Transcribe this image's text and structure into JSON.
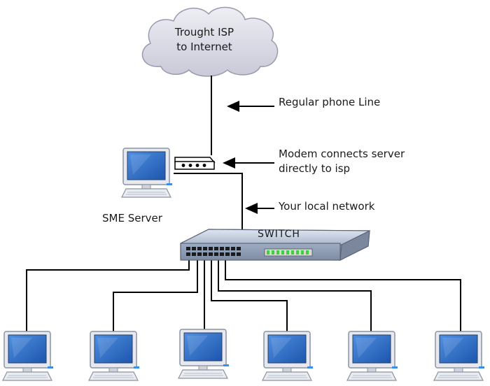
{
  "cloud": {
    "line1": "Trought ISP",
    "line2": "to Internet"
  },
  "labels": {
    "phone_line": "Regular phone Line",
    "modem_line1": "Modem connects server",
    "modem_line2": "directly to isp",
    "local_network": "Your local network",
    "server": "SME Server",
    "switch": "SWITCH"
  },
  "colors": {
    "screen": "#2b6fc9",
    "monitor_frame": "#dfe3ea",
    "switch_body": "#b7c3d6",
    "switch_front": "#8e9cb3",
    "port_led": "#3fd13f",
    "cloud": "#d9d9e6",
    "line": "#000000"
  },
  "icons": [
    "cloud-icon",
    "server-monitor-icon",
    "modem-icon",
    "switch-icon",
    "client-monitor-icon",
    "arrow-left-icon"
  ]
}
